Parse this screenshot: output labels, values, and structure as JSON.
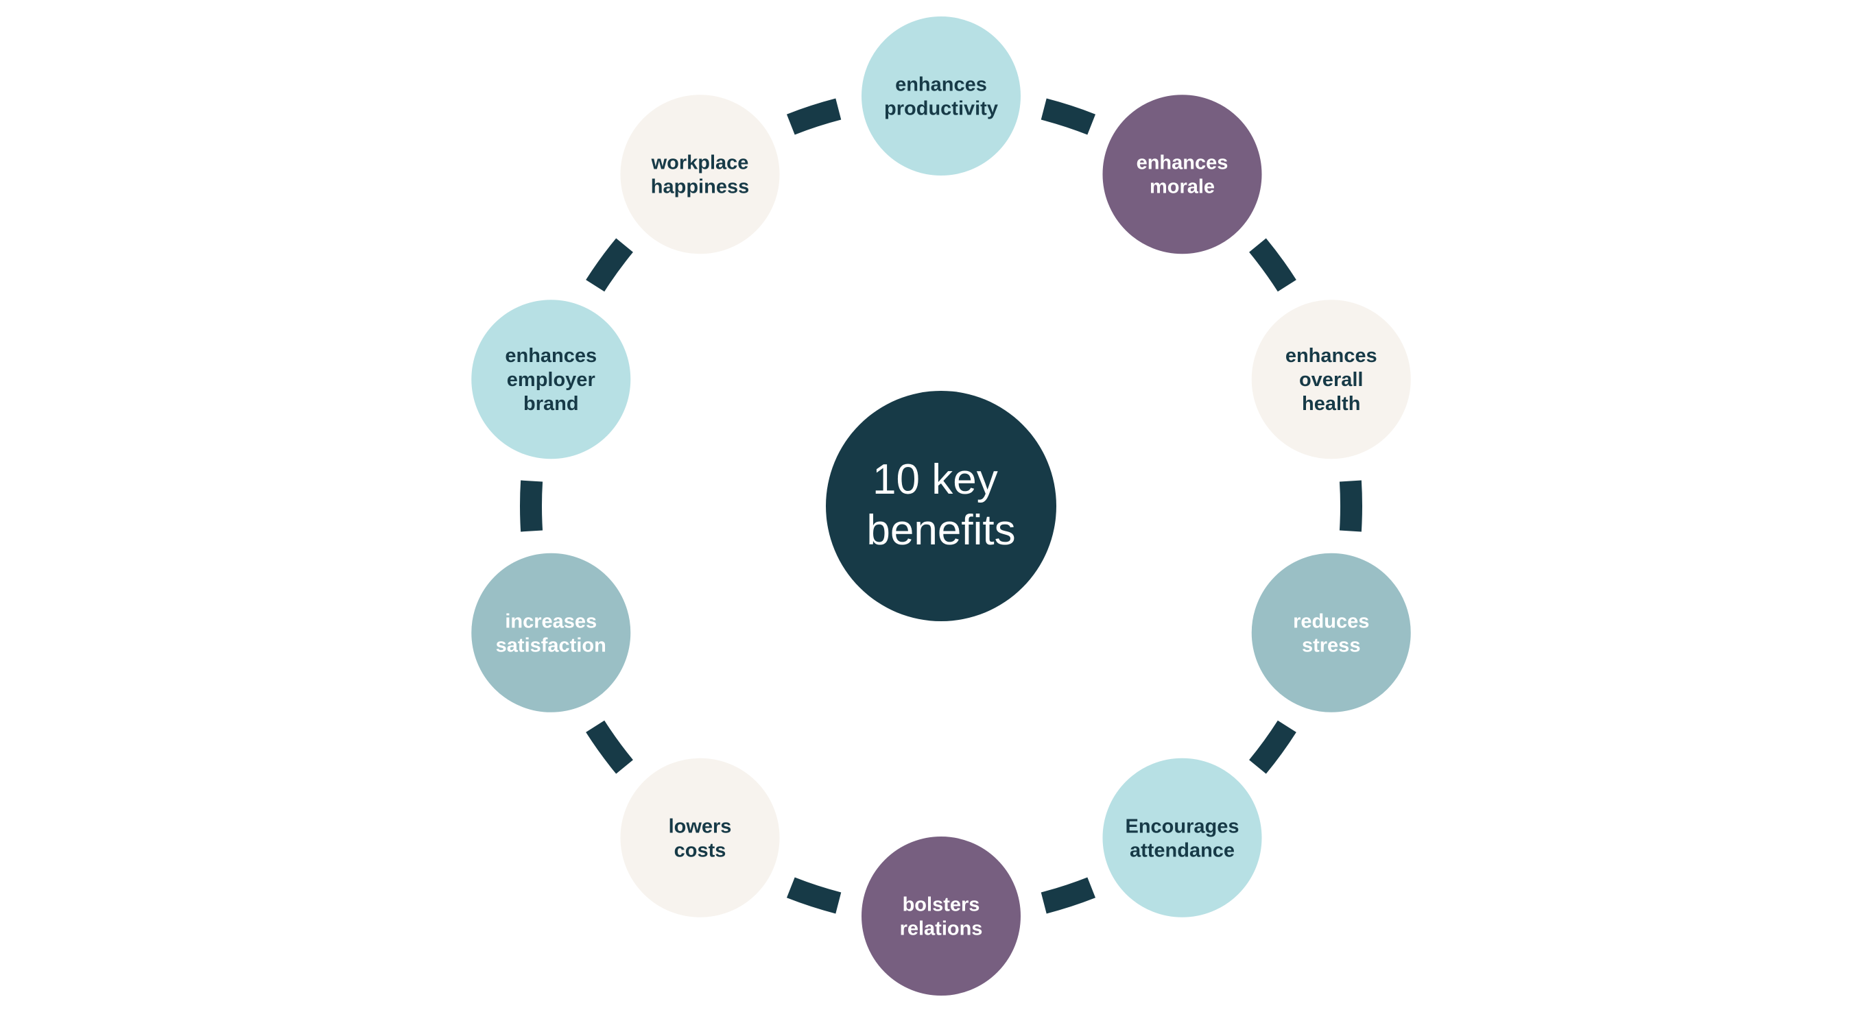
{
  "center": {
    "lines": [
      "10 key",
      "benefits"
    ],
    "fill": "#173a47",
    "text_color": "#ffffff"
  },
  "ring_color": "#173a47",
  "nodes": [
    {
      "name": "node-enhances-productivity",
      "lines": [
        "enhances",
        "productivity"
      ],
      "fill": "#b7e0e4",
      "text_color": "#173a47"
    },
    {
      "name": "node-enhances-morale",
      "lines": [
        "enhances",
        "morale"
      ],
      "fill": "#775f80",
      "text_color": "#ffffff"
    },
    {
      "name": "node-enhances-overall-health",
      "lines": [
        "enhances",
        "overall",
        "health"
      ],
      "fill": "#f7f3ee",
      "text_color": "#173a47"
    },
    {
      "name": "node-reduces-stress",
      "lines": [
        "reduces",
        "stress"
      ],
      "fill": "#9abfc5",
      "text_color": "#ffffff"
    },
    {
      "name": "node-encourages-attendance",
      "lines": [
        "Encourages",
        "attendance"
      ],
      "fill": "#b7e0e4",
      "text_color": "#173a47"
    },
    {
      "name": "node-bolsters-relations",
      "lines": [
        "bolsters",
        "relations"
      ],
      "fill": "#775f80",
      "text_color": "#ffffff"
    },
    {
      "name": "node-lowers-costs",
      "lines": [
        "lowers",
        "costs"
      ],
      "fill": "#f7f3ee",
      "text_color": "#173a47"
    },
    {
      "name": "node-increases-satisfaction",
      "lines": [
        "increases",
        "satisfaction"
      ],
      "fill": "#9abfc5",
      "text_color": "#ffffff"
    },
    {
      "name": "node-enhances-employer-brand",
      "lines": [
        "enhances",
        "employer",
        "brand"
      ],
      "fill": "#b7e0e4",
      "text_color": "#173a47"
    },
    {
      "name": "node-workplace-happiness",
      "lines": [
        "workplace",
        "happiness"
      ],
      "fill": "#f7f3ee",
      "text_color": "#173a47"
    }
  ]
}
